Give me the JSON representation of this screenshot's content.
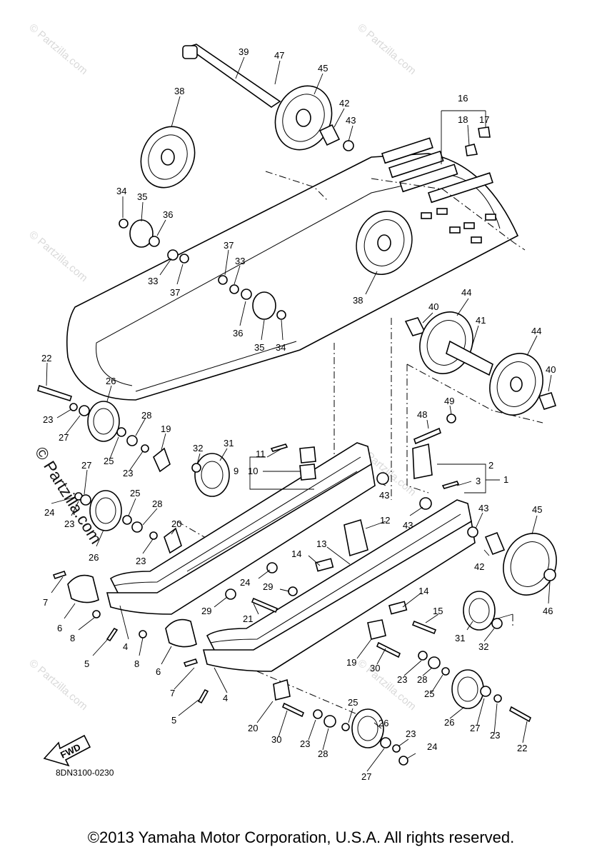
{
  "diagram": {
    "document_code": "8DN3100-0230",
    "direction_label": "FWD",
    "copyright": "©2013 Yamaha Motor Corporation, U.S.A. All rights reserved.",
    "watermark": {
      "small_text": "© Partzilla.com",
      "big_text": "© Partzilla.com"
    },
    "callouts": [
      {
        "num": "39"
      },
      {
        "num": "47"
      },
      {
        "num": "45"
      },
      {
        "num": "38"
      },
      {
        "num": "42"
      },
      {
        "num": "43"
      },
      {
        "num": "16"
      },
      {
        "num": "18"
      },
      {
        "num": "17"
      },
      {
        "num": "34"
      },
      {
        "num": "35"
      },
      {
        "num": "36"
      },
      {
        "num": "33"
      },
      {
        "num": "37"
      },
      {
        "num": "37"
      },
      {
        "num": "33"
      },
      {
        "num": "38"
      },
      {
        "num": "36"
      },
      {
        "num": "35"
      },
      {
        "num": "34"
      },
      {
        "num": "40"
      },
      {
        "num": "44"
      },
      {
        "num": "41"
      },
      {
        "num": "44"
      },
      {
        "num": "40"
      },
      {
        "num": "22"
      },
      {
        "num": "26"
      },
      {
        "num": "23"
      },
      {
        "num": "27"
      },
      {
        "num": "28"
      },
      {
        "num": "19"
      },
      {
        "num": "25"
      },
      {
        "num": "23"
      },
      {
        "num": "32"
      },
      {
        "num": "31"
      },
      {
        "num": "11"
      },
      {
        "num": "9"
      },
      {
        "num": "10"
      },
      {
        "num": "49"
      },
      {
        "num": "48"
      },
      {
        "num": "2"
      },
      {
        "num": "3"
      },
      {
        "num": "1"
      },
      {
        "num": "27"
      },
      {
        "num": "24"
      },
      {
        "num": "23"
      },
      {
        "num": "25"
      },
      {
        "num": "28"
      },
      {
        "num": "26"
      },
      {
        "num": "23"
      },
      {
        "num": "20"
      },
      {
        "num": "43"
      },
      {
        "num": "43"
      },
      {
        "num": "12"
      },
      {
        "num": "43"
      },
      {
        "num": "45"
      },
      {
        "num": "7"
      },
      {
        "num": "6"
      },
      {
        "num": "8"
      },
      {
        "num": "5"
      },
      {
        "num": "4"
      },
      {
        "num": "24"
      },
      {
        "num": "29"
      },
      {
        "num": "29"
      },
      {
        "num": "21"
      },
      {
        "num": "14"
      },
      {
        "num": "13"
      },
      {
        "num": "14"
      },
      {
        "num": "42"
      },
      {
        "num": "46"
      },
      {
        "num": "15"
      },
      {
        "num": "31"
      },
      {
        "num": "32"
      },
      {
        "num": "8"
      },
      {
        "num": "6"
      },
      {
        "num": "7"
      },
      {
        "num": "5"
      },
      {
        "num": "4"
      },
      {
        "num": "19"
      },
      {
        "num": "30"
      },
      {
        "num": "23"
      },
      {
        "num": "28"
      },
      {
        "num": "25"
      },
      {
        "num": "20"
      },
      {
        "num": "30"
      },
      {
        "num": "23"
      },
      {
        "num": "28"
      },
      {
        "num": "25"
      },
      {
        "num": "26"
      },
      {
        "num": "26"
      },
      {
        "num": "27"
      },
      {
        "num": "23"
      },
      {
        "num": "23"
      },
      {
        "num": "24"
      },
      {
        "num": "27"
      },
      {
        "num": "22"
      }
    ]
  }
}
